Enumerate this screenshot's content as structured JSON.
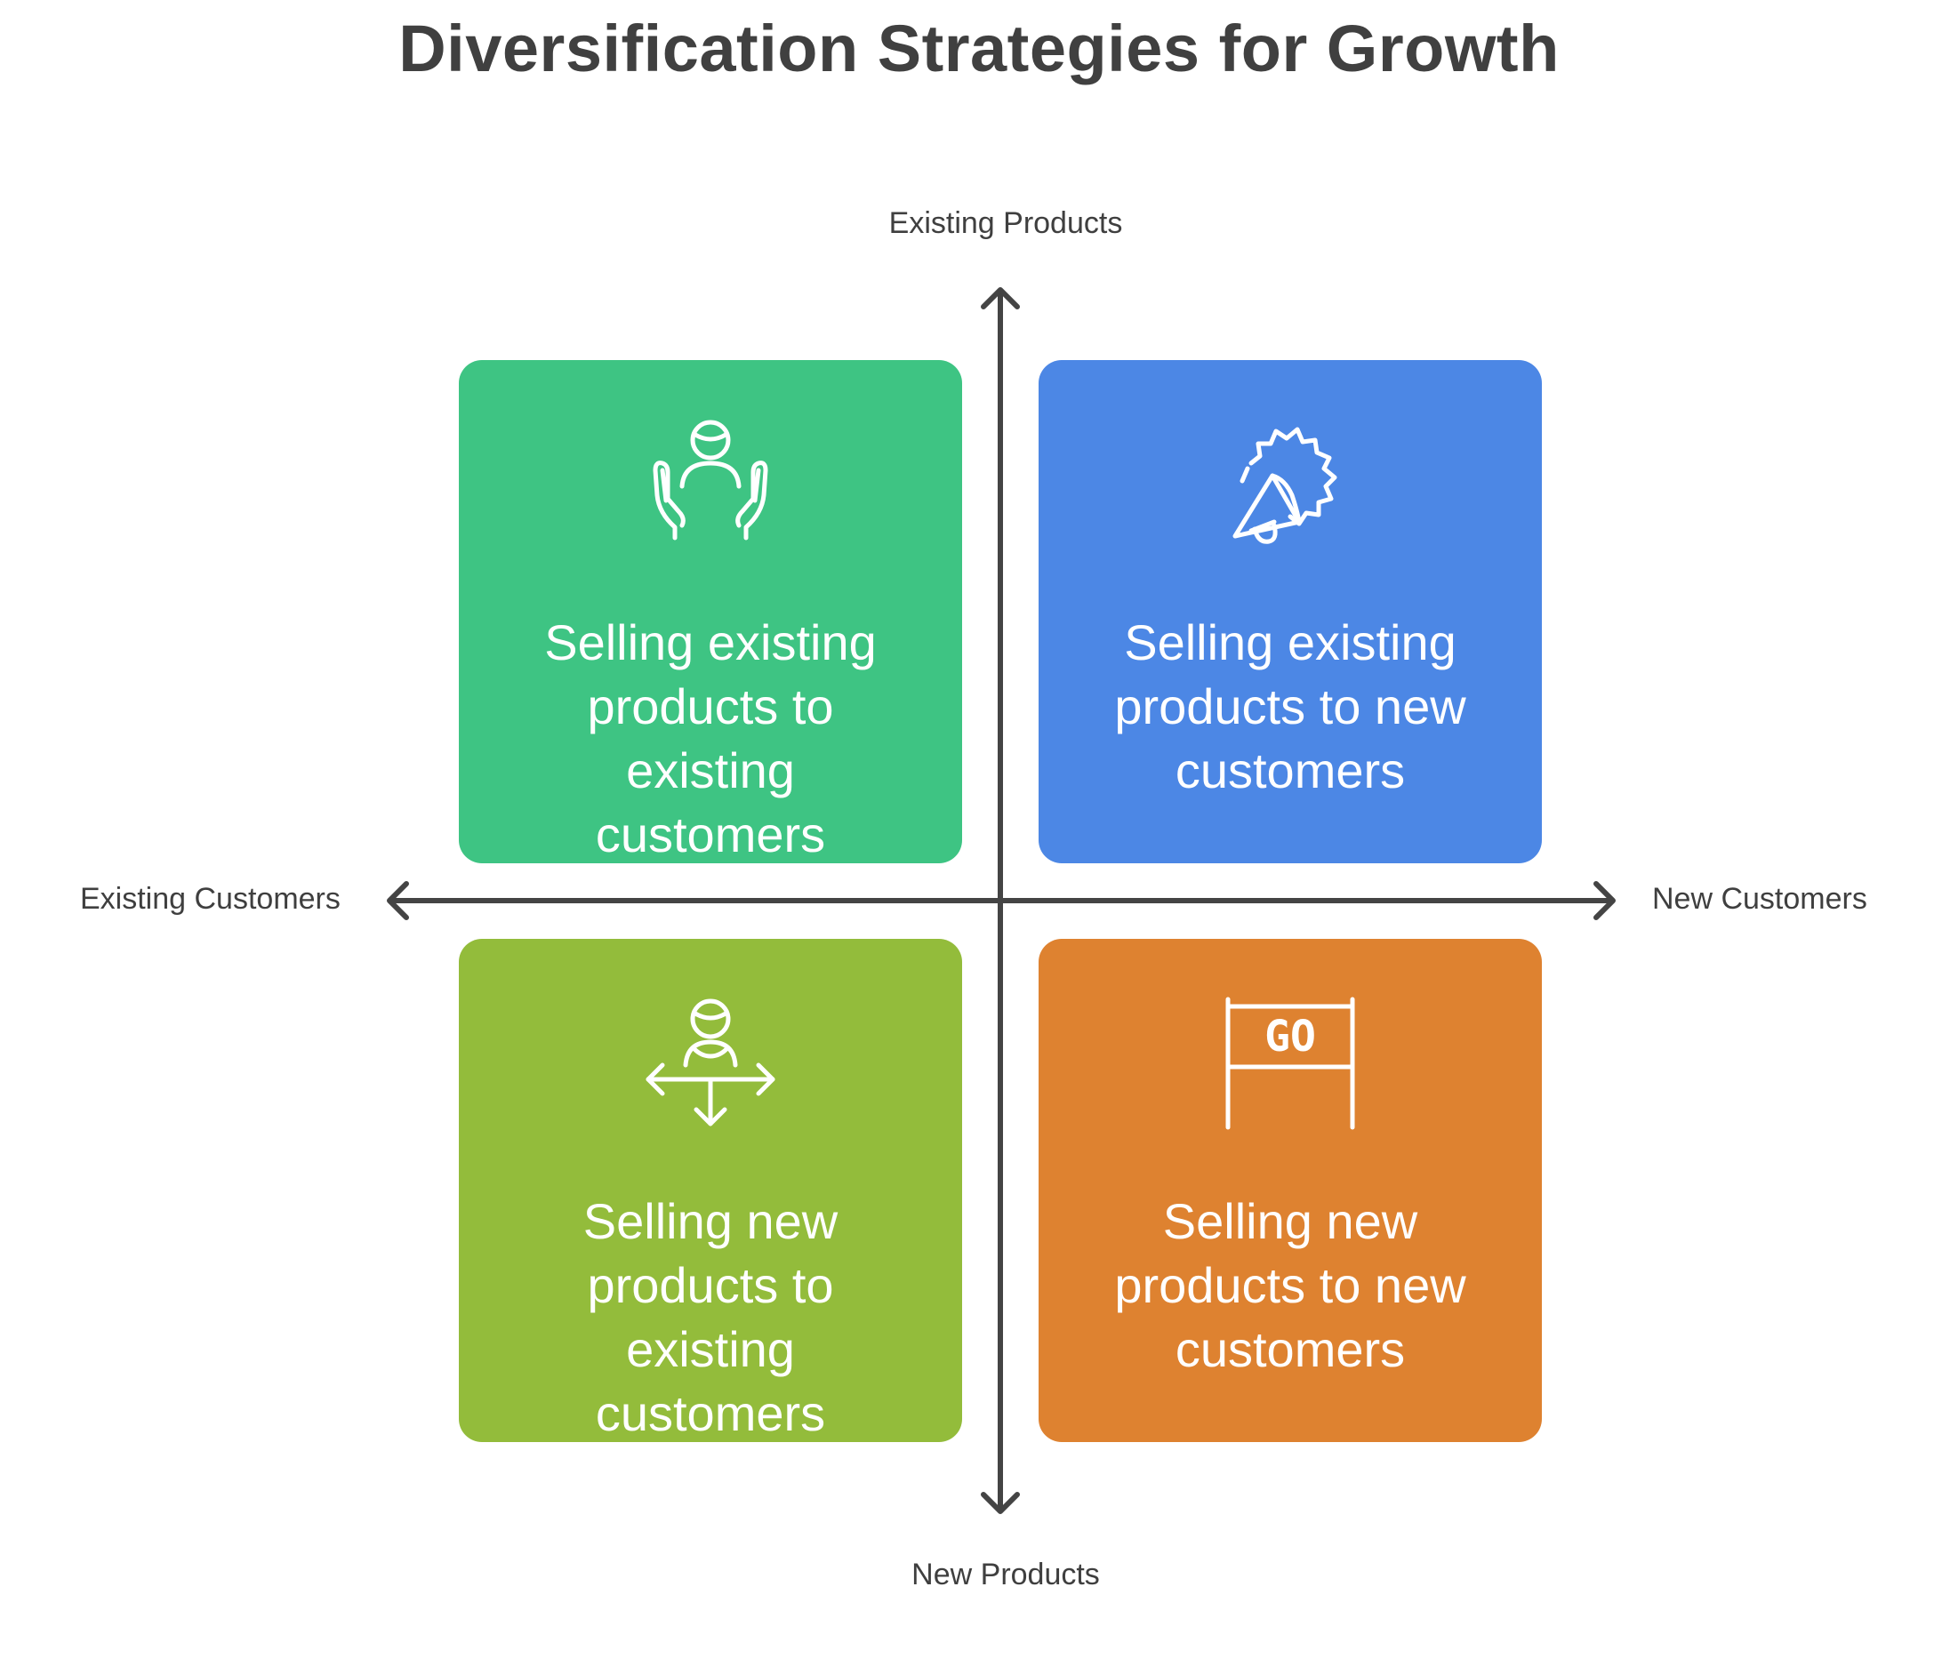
{
  "title": "Diversification Strategies for Growth",
  "axes": {
    "top": "Existing Products",
    "bottom": "New Products",
    "left": "Existing Customers",
    "right": "New Customers"
  },
  "quadrants": [
    {
      "id": "top-left",
      "lines": [
        "Selling existing",
        "products to",
        "existing",
        "customers"
      ],
      "color": "#3ec483",
      "icon": "person-hands-icon"
    },
    {
      "id": "top-right",
      "lines": [
        "Selling existing",
        "products to new",
        "customers"
      ],
      "color": "#4c87e5",
      "icon": "megaphone-badge-icon"
    },
    {
      "id": "bottom-left",
      "lines": [
        "Selling new",
        "products to",
        "existing",
        "customers"
      ],
      "color": "#93bc3b",
      "icon": "person-directions-icon"
    },
    {
      "id": "bottom-right",
      "lines": [
        "Selling new",
        "products to new",
        "customers"
      ],
      "color": "#de8230",
      "icon": "go-banner-icon",
      "icon_text": "GO"
    }
  ]
}
